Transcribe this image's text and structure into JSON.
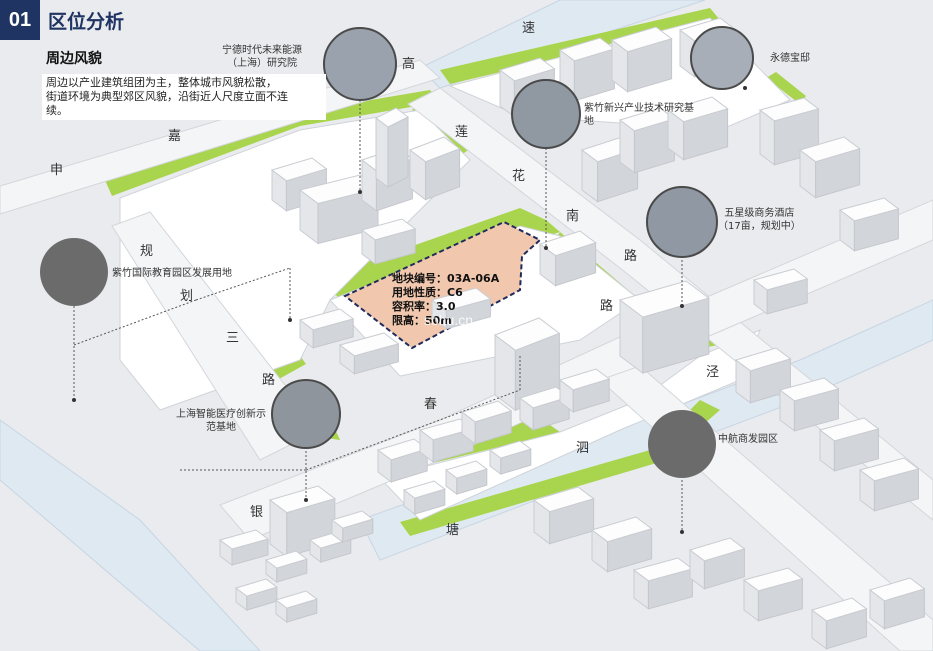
{
  "header": {
    "section_number": "01",
    "section_title": "区位分析"
  },
  "subtitle": "周边风貌",
  "description": [
    "周边以产业建筑组团为主，整体城市风貌松散，",
    "街道环境为典型郊区风貌，沿街近人尺度立面不连",
    "续。"
  ],
  "plot": {
    "lines": [
      "地块编号：03A-06A",
      "用地性质：C6",
      "容积率：3.0",
      "限高：50m"
    ]
  },
  "watermark": "sohu.cn",
  "poi": {
    "ningde": [
      "宁德时代未来能源",
      "（上海）研究院"
    ],
    "zizhu_tech": [
      "紫竹新兴产业技术研究基",
      "地"
    ],
    "yongde": "永德宝邸",
    "hotel": [
      "五星级商务酒店",
      "（17亩，规划中）"
    ],
    "zizhu_edu": "紫竹国际教育园区发展用地",
    "medical": [
      "上海智能医疗创新示",
      "范基地"
    ],
    "avic": "中航商发园区"
  },
  "roads": {
    "shenjia": [
      "申",
      "嘉"
    ],
    "gaosu": [
      "高",
      "速"
    ],
    "lianhuanan": [
      "莲",
      "花",
      "南",
      "路"
    ],
    "guihua": [
      "规",
      "划",
      "三",
      "路"
    ],
    "yinchun": [
      "银",
      "春",
      "路"
    ],
    "jingsitang": [
      "泾",
      "泗",
      "塘"
    ]
  }
}
